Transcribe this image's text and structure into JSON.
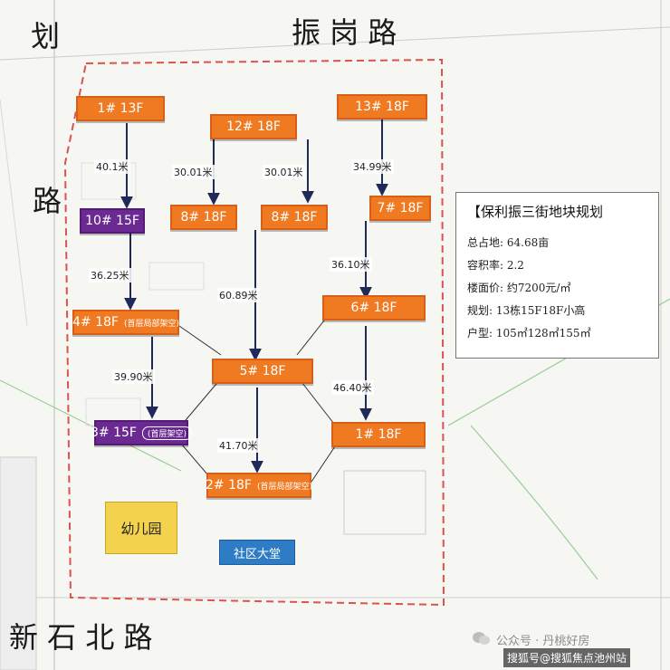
{
  "roads": {
    "top": "振 岗 路",
    "left_top": "划",
    "left_mid": "路",
    "bottom": "新 石 北 路"
  },
  "buildings": [
    {
      "id": "b1n",
      "label": "1# 13F",
      "color": "#ef7a22",
      "note": ""
    },
    {
      "id": "b12",
      "label": "12# 18F",
      "color": "#ef7a22",
      "note": ""
    },
    {
      "id": "b13",
      "label": "13# 18F",
      "color": "#ef7a22",
      "note": ""
    },
    {
      "id": "b10",
      "label": "10# 15F",
      "color": "#6b2a92",
      "note": ""
    },
    {
      "id": "b8a",
      "label": "8# 18F",
      "color": "#ef7a22",
      "note": ""
    },
    {
      "id": "b8b",
      "label": "8# 18F",
      "color": "#ef7a22",
      "note": ""
    },
    {
      "id": "b7",
      "label": "7# 18F",
      "color": "#ef7a22",
      "note": ""
    },
    {
      "id": "b4",
      "label": "4# 18F",
      "color": "#ef7a22",
      "note": "(首层局部架空)"
    },
    {
      "id": "b6",
      "label": "6# 18F",
      "color": "#ef7a22",
      "note": ""
    },
    {
      "id": "b5",
      "label": "5# 18F",
      "color": "#ef7a22",
      "note": ""
    },
    {
      "id": "b3",
      "label": "3# 15F",
      "color": "#6b2a92",
      "note": "(首层架空)"
    },
    {
      "id": "b1s",
      "label": "1# 18F",
      "color": "#ef7a22",
      "note": ""
    },
    {
      "id": "b2",
      "label": "2# 18F",
      "color": "#ef7a22",
      "note": "(首层局部架空)"
    }
  ],
  "distances": [
    "40.1米",
    "30.01米",
    "30.01米",
    "34.99米",
    "36.25米",
    "36.10米",
    "60.89米",
    "39.90米",
    "46.40米",
    "41.70米"
  ],
  "facilities": {
    "kindergarten": "幼儿园",
    "community_hall": "社区大堂"
  },
  "info": {
    "title": "【保利振三街地块规划",
    "rows": [
      "总占地: 64.68亩",
      "容积率: 2.2",
      "楼面价: 约7200元/㎡",
      "规划: 13栋15F18F小高",
      "户型: 105㎡128㎡155㎡"
    ]
  },
  "watermark": {
    "line1": "公众号 · 丹桃好房",
    "line2": "搜狐号@搜狐焦点池州站"
  },
  "colors": {
    "building": "#ef7a22",
    "building_special": "#6b2a92",
    "kindergarten": "#f3d24e",
    "community_hall": "#2e7cc6",
    "boundary": "#d9534f"
  }
}
